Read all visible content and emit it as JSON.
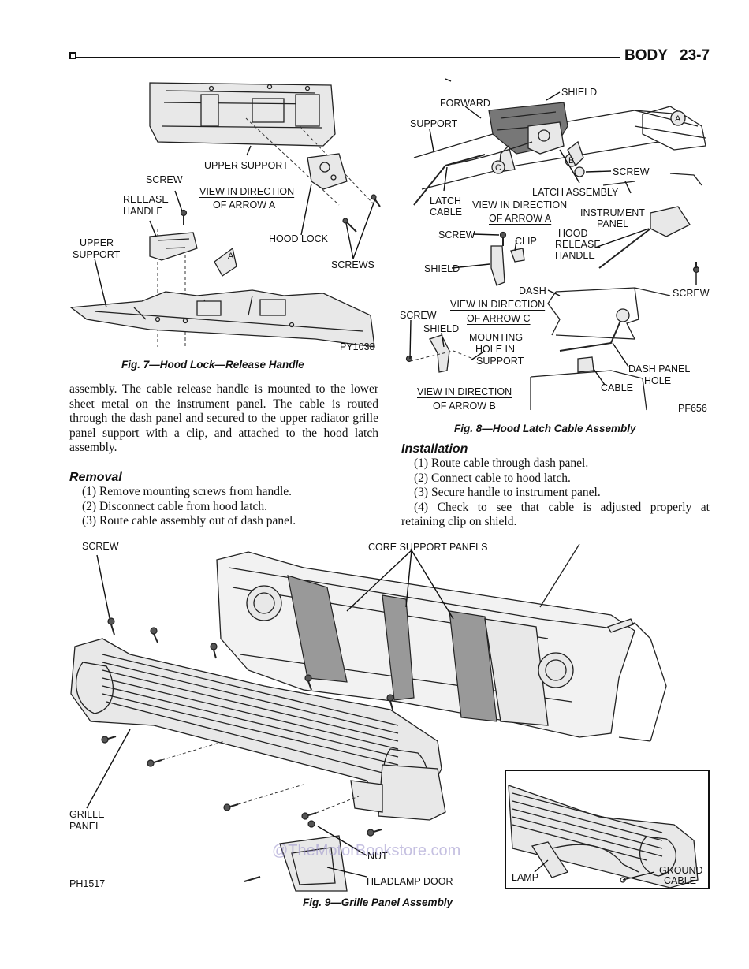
{
  "header": {
    "section": "BODY",
    "page": "23-7"
  },
  "fig7": {
    "labels": {
      "upper_support_top": "UPPER SUPPORT",
      "screw": "SCREW",
      "release_handle_1": "RELEASE",
      "release_handle_2": "HANDLE",
      "view_direction": "VIEW IN DIRECTION",
      "of_arrow": "OF ARROW A",
      "upper_support_1": "UPPER",
      "upper_support_2": "SUPPORT",
      "hood_lock": "HOOD LOCK",
      "screws": "SCREWS",
      "arrow_a": "A",
      "code": "PY1038"
    },
    "caption": "Fig. 7—Hood Lock—Release Handle"
  },
  "fig8": {
    "labels": {
      "shield_top": "SHIELD",
      "forward": "FORWARD",
      "support": "SUPPORT",
      "screw_right": "SCREW",
      "latch_assembly": "LATCH ASSEMBLY",
      "latch_cable_1": "LATCH",
      "latch_cable_2": "CABLE",
      "view_direction_a": "VIEW IN DIRECTION",
      "of_arrow_a": "OF ARROW A",
      "instrument_panel_1": "INSTRUMENT",
      "instrument_panel_2": "PANEL",
      "screw_mid": "SCREW",
      "clip": "CLIP",
      "hood_release_1": "HOOD",
      "hood_release_2": "RELEASE",
      "hood_release_3": "HANDLE",
      "shield_mid": "SHIELD",
      "dash": "DASH",
      "screw_far_right": "SCREW",
      "view_direction_c": "VIEW IN DIRECTION",
      "of_arrow_c": "OF ARROW C",
      "screw_left": "SCREW",
      "shield_left": "SHIELD",
      "mounting_1": "MOUNTING",
      "mounting_2": "HOLE IN",
      "mounting_3": "SUPPORT",
      "dash_panel_hole_1": "DASH PANEL",
      "dash_panel_hole_2": "HOLE",
      "cable": "CABLE",
      "view_direction_b": "VIEW IN DIRECTION",
      "of_arrow_b": "OF ARROW B",
      "code": "PF656",
      "arrow_a": "A",
      "arrow_b": "B",
      "arrow_c": "C"
    },
    "caption": "Fig. 8—Hood Latch Cable Assembly"
  },
  "text": {
    "intro": "assembly. The cable release handle is mounted to the lower sheet metal on the instrument panel. The cable is routed through the dash panel and secured to the upper radiator grille panel support with a clip, and attached to the hood latch assembly.",
    "removal_heading": "Removal",
    "removal_steps": [
      "(1) Remove mounting screws from handle.",
      "(2) Disconnect cable from hood latch.",
      "(3) Route cable assembly out of dash panel."
    ],
    "installation_heading": "Installation",
    "installation_steps": [
      "(1) Route cable through dash panel.",
      "(2) Connect cable to hood latch.",
      "(3) Secure handle to instrument panel.",
      "(4) Check to see that cable is adjusted properly at"
    ],
    "installation_tail": "retaining clip on shield."
  },
  "fig9": {
    "labels": {
      "screw": "SCREW",
      "core_support": "CORE SUPPORT PANELS",
      "grille_panel_1": "GRILLE",
      "grille_panel_2": "PANEL",
      "nut": "NUT",
      "headlamp_door": "HEADLAMP DOOR",
      "lamp": "LAMP",
      "ground_cable_1": "GROUND",
      "ground_cable_2": "CABLE",
      "code": "PH1517"
    },
    "caption": "Fig. 9—Grille Panel Assembly"
  },
  "watermark": "@TheMotorBookstore.com"
}
